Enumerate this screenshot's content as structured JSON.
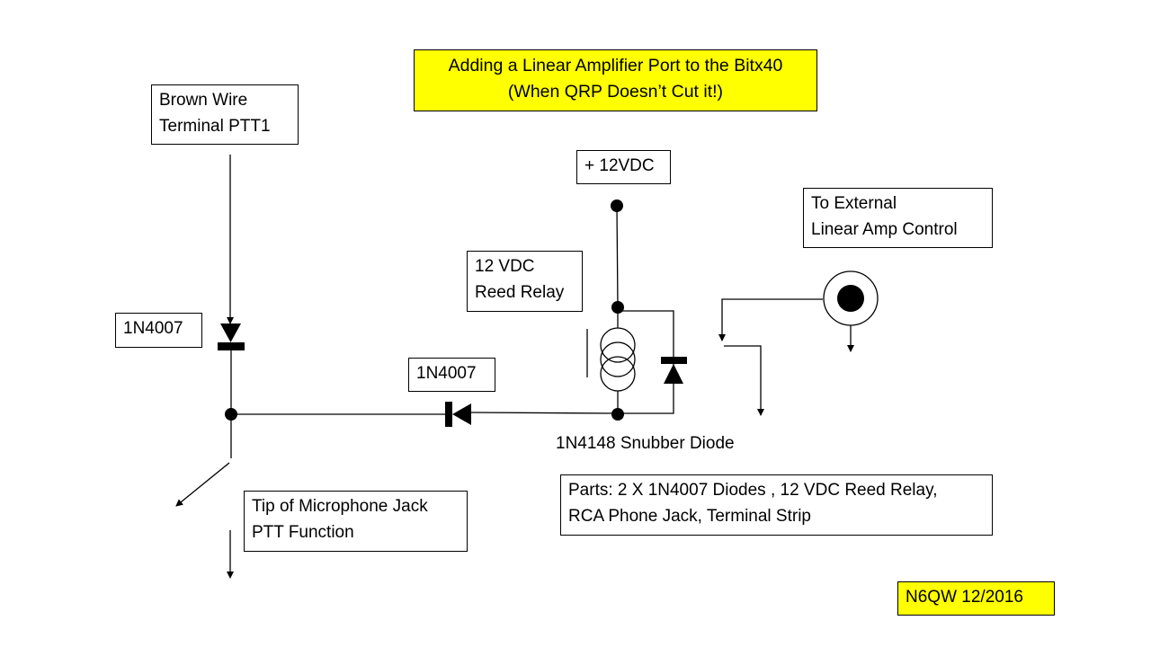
{
  "title": {
    "line1": "Adding a Linear Amplifier Port to the Bitx40",
    "line2": "(When QRP Doesn’t Cut it!)"
  },
  "labels": {
    "brown_wire": {
      "line1": "Brown Wire",
      "line2": "Terminal PTT1"
    },
    "supply": "+ 12VDC",
    "external": {
      "line1": "To External",
      "line2": "Linear Amp Control"
    },
    "relay": {
      "line1": "12 VDC",
      "line2": "Reed Relay"
    },
    "diode_ptt": "1N4007",
    "diode_series": "1N4007",
    "snubber": "1N4148 Snubber Diode",
    "mic_jack": {
      "line1": "Tip of Microphone Jack",
      "line2": "PTT Function"
    },
    "parts": {
      "line1": "Parts: 2 X 1N4007 Diodes , 12 VDC Reed Relay,",
      "line2": "RCA Phone Jack, Terminal Strip"
    },
    "signature": "N6QW 12/2016"
  },
  "colors": {
    "highlight": "#ffff00",
    "ink": "#000000",
    "background": "#ffffff"
  }
}
